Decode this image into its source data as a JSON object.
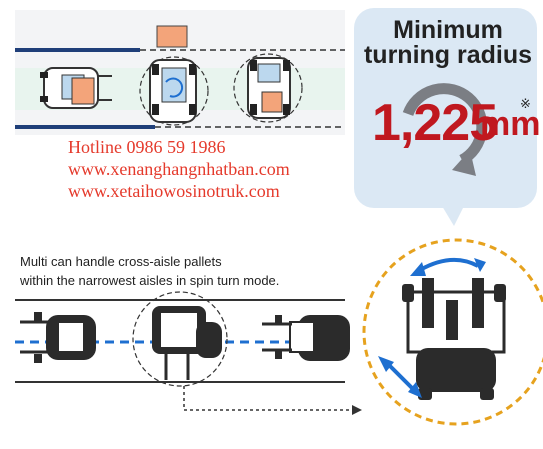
{
  "bubble": {
    "title_line1": "Minimum",
    "title_line2": "turning radius",
    "value": "1,225",
    "unit": "mm",
    "note_mark": "※"
  },
  "contacts": {
    "hotline": "Hotline 0986 59 1986",
    "url1": "www.xenanghangnhatban.com",
    "url2": "www.xetaihowosinotruk.com"
  },
  "description": {
    "line1": "Multi can handle cross-aisle pallets",
    "line2": "within the narrowest aisles in spin turn mode."
  },
  "colors": {
    "bubble_bg": "#dbe8f4",
    "accent_red": "#c0181f",
    "aisle_navy": "#1f3f79",
    "aisle_band": "#e8f4ee",
    "pallet_orange": "#f3a47a",
    "arrow_blue": "#1e6fd0",
    "circle_orange": "#e6a21e",
    "text_red": "#e53a2c"
  }
}
